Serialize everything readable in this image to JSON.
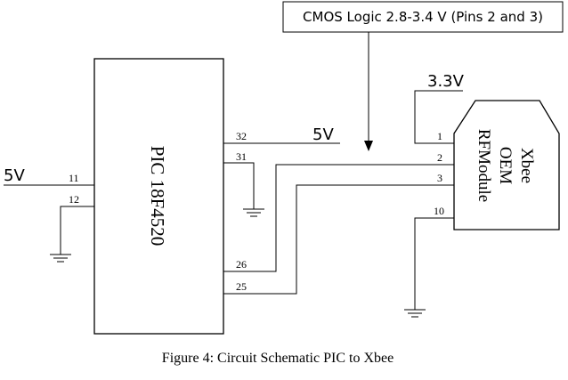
{
  "callout": {
    "text": "CMOS Logic 2.8-3.4 V (Pins 2 and 3)"
  },
  "pic": {
    "label": "PIC 18F4520"
  },
  "xbee": {
    "label_line1": "Xbee",
    "label_line2": "OEM",
    "label_line3": "RFModule"
  },
  "power": {
    "left_5v": "5V",
    "right_5v": "5V",
    "v33": "3.3V"
  },
  "pins": {
    "p11": "11",
    "p12": "12",
    "p32": "32",
    "p31": "31",
    "p26": "26",
    "p25": "25",
    "x1": "1",
    "x2": "2",
    "x3": "3",
    "x10": "10"
  },
  "caption": {
    "text": "Figure 4: Circuit Schematic PIC to Xbee"
  }
}
